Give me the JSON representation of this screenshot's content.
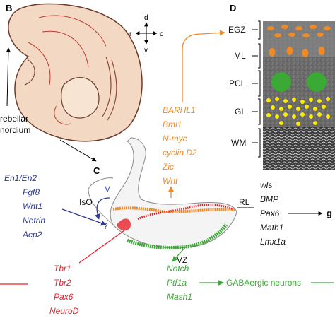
{
  "panels": {
    "b": "B",
    "c": "C",
    "d": "D"
  },
  "orientation": {
    "dorsal": "d",
    "ventral": "v",
    "rostral": "r",
    "caudal": "c"
  },
  "embryo_label": {
    "line1": "rebellar",
    "line2": "nordium"
  },
  "layers": [
    "EGZ",
    "ML",
    "PCL",
    "GL",
    "WM"
  ],
  "orange_genes": [
    "BARHL1",
    "Bmi1",
    "N-myc",
    "cyclin D2",
    "Zic",
    "Wnt"
  ],
  "blue_genes": [
    "En1/En2",
    "Fgf8",
    "Wnt1",
    "Netrin",
    "Acp2"
  ],
  "diagram_labels": {
    "iso": "IsO",
    "m": "M",
    "q": "?",
    "rl": "RL",
    "vz": "VZ"
  },
  "rl_genes": [
    "wls",
    "BMP",
    "Pax6",
    "Math1",
    "Lmx1a"
  ],
  "rl_target": "g",
  "red_genes": [
    "Tbr1",
    "Tbr2",
    "Pax6",
    "NeuroD"
  ],
  "green_genes": [
    "Notch",
    "Ptf1a",
    "Mash1"
  ],
  "gaba_label": "GABAergic neurons",
  "colors": {
    "orange": "#f08a24",
    "blue": "#2b3990",
    "red": "#e8202a",
    "green": "#3aaa35",
    "yellow": "#ffeb00"
  }
}
